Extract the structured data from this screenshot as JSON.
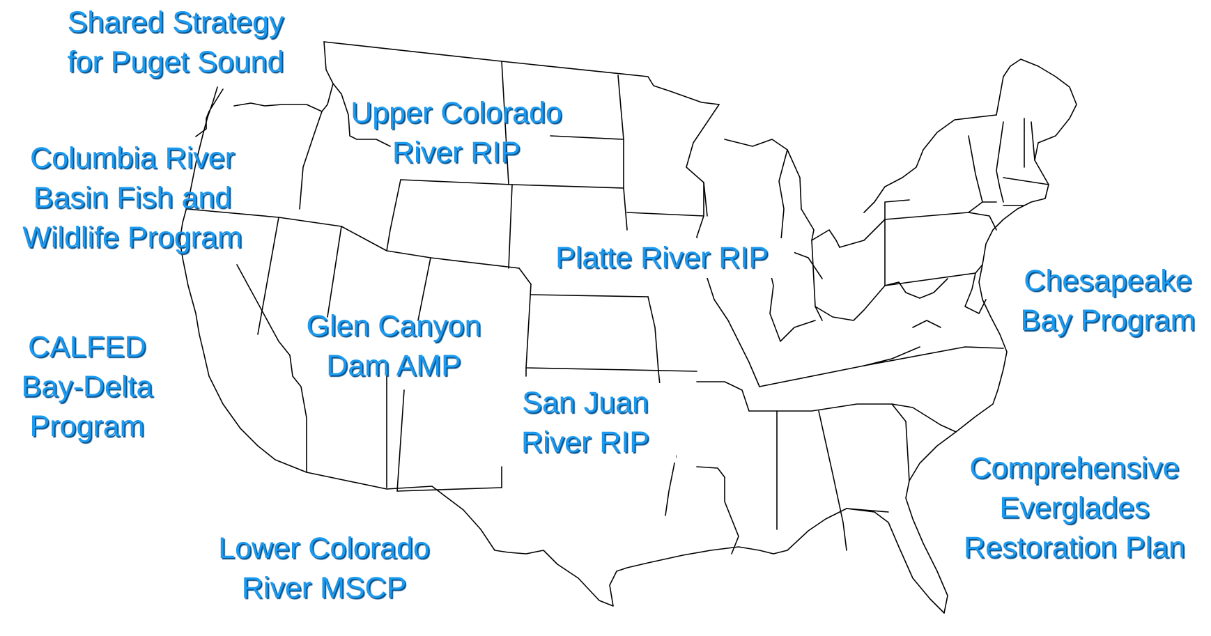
{
  "label_color": "#1a9af0",
  "label_shadow_color": "#0b4f86",
  "map": {
    "background": "#ffffff",
    "outline_color": "#000000",
    "name": "contiguous-united-states-outline"
  },
  "programs": {
    "puget": [
      "Shared Strategy",
      "for Puget Sound"
    ],
    "columbia": [
      "Columbia River",
      "Basin Fish and",
      "Wildlife Program"
    ],
    "calfed": [
      "CALFED",
      "Bay-Delta",
      "Program"
    ],
    "lower_colorado": [
      "Lower Colorado",
      "River MSCP"
    ],
    "upper_colorado": [
      "Upper Colorado",
      "River RIP"
    ],
    "glen_canyon": [
      "Glen Canyon",
      "Dam AMP"
    ],
    "platte": [
      "Platte River RIP"
    ],
    "san_juan": [
      "San Juan",
      "River RIP"
    ],
    "chesapeake": [
      "Chesapeake",
      "Bay Program"
    ],
    "everglades": [
      "Comprehensive",
      "Everglades",
      "Restoration Plan"
    ]
  }
}
